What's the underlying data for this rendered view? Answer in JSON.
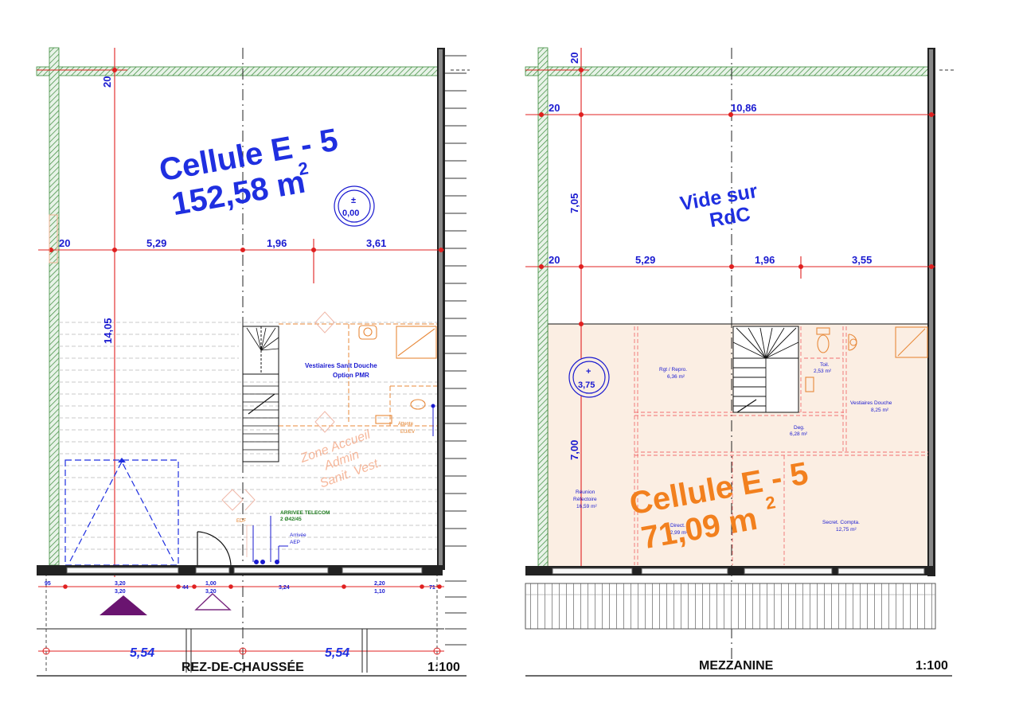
{
  "left_plan": {
    "cell_title": "Cellule E - 5",
    "cell_area": "152,58 m",
    "area_exp": "2",
    "level_sign": "±",
    "level_value": "0,00",
    "dims_top": [
      "20",
      "5,29",
      "1,96",
      "3,61"
    ],
    "dim_vertical_top": "20",
    "dim_vertical_main": "14,05",
    "room_label_1": "Vestiaires Sanit Douche",
    "room_label_2": "Option PMR",
    "zone_1": "Zone Accueil",
    "zone_2": "Admin",
    "zone_3": "Sanit. Vest.",
    "telecom_1": "ARRIVEE TELECOM",
    "telecom_2": "2 Ø42/45",
    "edf": "EDF",
    "arrivee": "Arrivée",
    "aep": "AEP",
    "attente_1": "Attente",
    "attente_2": "EU/EV",
    "bottom_dims": [
      "95",
      "3,20",
      "3,20",
      "44",
      "1,00",
      "3,20",
      "3,24",
      "2,20",
      "1,10",
      "71"
    ],
    "total_dims": [
      "5,54",
      "5,54"
    ],
    "footer_title": "REZ-DE-CHAUSSÉE",
    "footer_scale": "1:100"
  },
  "right_plan": {
    "dim_vertical_top": "20",
    "dims_upper": [
      "20",
      "10,86"
    ],
    "dim_vertical_mid": "7,05",
    "void_1": "Vide sur",
    "void_2": "RdC",
    "dims_mid": [
      "20",
      "5,29",
      "1,96",
      "3,55"
    ],
    "level_sign": "+",
    "level_value": "3,75",
    "dim_vertical_low": "7,00",
    "rooms": {
      "rgt_name": "Rgt / Repro.",
      "rgt_area": "6,36 m²",
      "toil_name": "Toil.",
      "toil_area": "2,53 m²",
      "vest_name": "Vestiaires Douche",
      "vest_area": "8,25 m²",
      "deg_name": "Deg.",
      "deg_area": "6,28 m²",
      "reu_name_1": "Réunion",
      "reu_name_2": "Réfectoire",
      "reu_area": "16,59 m²",
      "dir_name": "Direct.",
      "dir_area": "12,99 m²",
      "sec_name": "Secret. Compta.",
      "sec_area": "12,75 m²"
    },
    "cell_title": "Cellule E - 5",
    "cell_area": "71,09 m",
    "area_exp": "2",
    "footer_title": "MEZZANINE",
    "footer_scale": "1:100"
  },
  "colors": {
    "dim_line": "#e02020",
    "dim_text": "#1a1ad0",
    "wall_hatch": "#3a8a3a",
    "mezz_fill": "#fbeee3",
    "orange": "#f2801e"
  }
}
